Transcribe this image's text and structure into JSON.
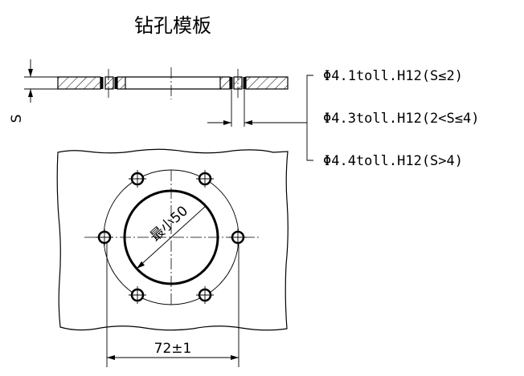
{
  "title": "钻孔模板",
  "thickness_label": "S",
  "tolerance_specs": [
    "Φ4.1toll.H12(S≤2)",
    "Φ4.3toll.H12(2<S≤4)",
    "Φ4.4toll.H12(S>4)"
  ],
  "center_hole_label": "最小50",
  "bolt_circle_dimension": "72±1",
  "hole_count": 6
}
